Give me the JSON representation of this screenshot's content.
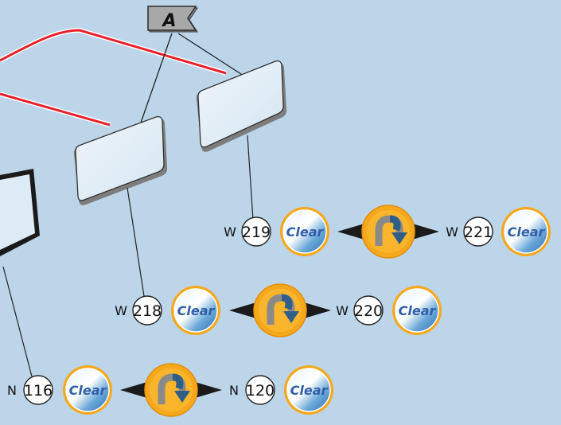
{
  "diagram": {
    "flag_label": "A",
    "colors": {
      "background": "#bdd5e8",
      "route_line": "#e8202a",
      "badge_orange": "#f6a81c",
      "arrow_dark": "#1b1b1b",
      "clear_text": "#2f5fa8"
    },
    "rows": [
      {
        "left": {
          "prefix": "W",
          "number": "219",
          "clear_label": "Clear"
        },
        "right": {
          "prefix": "W",
          "number": "221",
          "clear_label": "Clear"
        },
        "exchange_icon": "swap-arrows-icon"
      },
      {
        "left": {
          "prefix": "W",
          "number": "218",
          "clear_label": "Clear"
        },
        "right": {
          "prefix": "W",
          "number": "220",
          "clear_label": "Clear"
        },
        "exchange_icon": "swap-arrows-icon"
      },
      {
        "left": {
          "prefix": "N",
          "number": "116",
          "clear_label": "Clear"
        },
        "right": {
          "prefix": "N",
          "number": "120",
          "clear_label": "Clear"
        },
        "exchange_icon": "swap-arrows-icon"
      }
    ]
  }
}
